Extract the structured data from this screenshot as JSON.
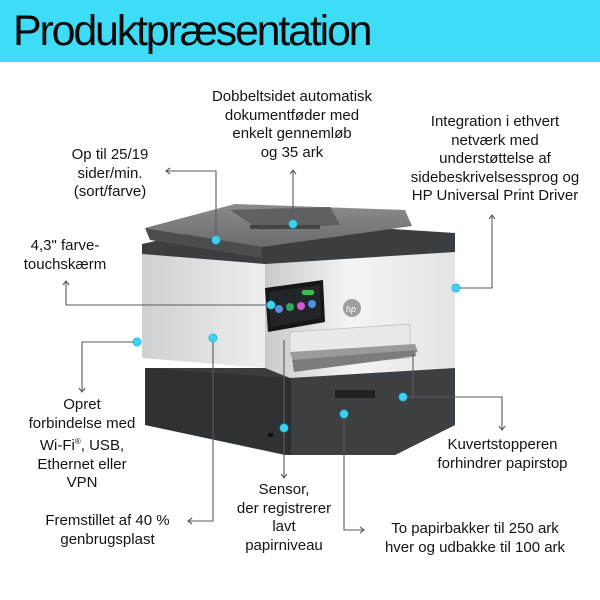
{
  "header": {
    "title": "Produktpræsentation"
  },
  "colors": {
    "banner": "#3fdcf7",
    "callout_dot": "#3dd3f0",
    "connector": "#5a5a5a"
  },
  "callouts": [
    {
      "id": "adf",
      "lines": [
        "Dobbeltsidet automatisk",
        "dokumentføder med",
        "enkelt gennemløb",
        "og 35 ark"
      ]
    },
    {
      "id": "speed",
      "lines": [
        "Op til 25/19",
        "sider/min.",
        "(sort/farve)"
      ]
    },
    {
      "id": "network",
      "lines": [
        "Integration i ethvert",
        "netværk med",
        "understøttelse af",
        "sidebeskrivelsessprog og",
        "HP Universal Print Driver"
      ]
    },
    {
      "id": "touchscreen",
      "lines": [
        "4,3\" farve-",
        "touchskærm"
      ]
    },
    {
      "id": "connectivity",
      "lines": [
        "Opret",
        "forbindelse med",
        "Wi-Fi",
        ", USB,",
        "Ethernet eller",
        "VPN"
      ],
      "registered_mark": "®"
    },
    {
      "id": "envelope",
      "lines": [
        "Kuvertstopperen",
        "forhindrer papirstop"
      ]
    },
    {
      "id": "recycled",
      "lines": [
        "Fremstillet af 40 %",
        "genbrugsplast"
      ]
    },
    {
      "id": "sensor",
      "lines": [
        "Sensor,",
        "der registrerer",
        "lavt",
        "papirniveau"
      ]
    },
    {
      "id": "trays",
      "lines": [
        "To papirbakker til 250 ark",
        "hver og udbakke til 100 ark"
      ]
    }
  ],
  "product": {
    "brand_logo": "hp",
    "image": "printer-illustration"
  }
}
